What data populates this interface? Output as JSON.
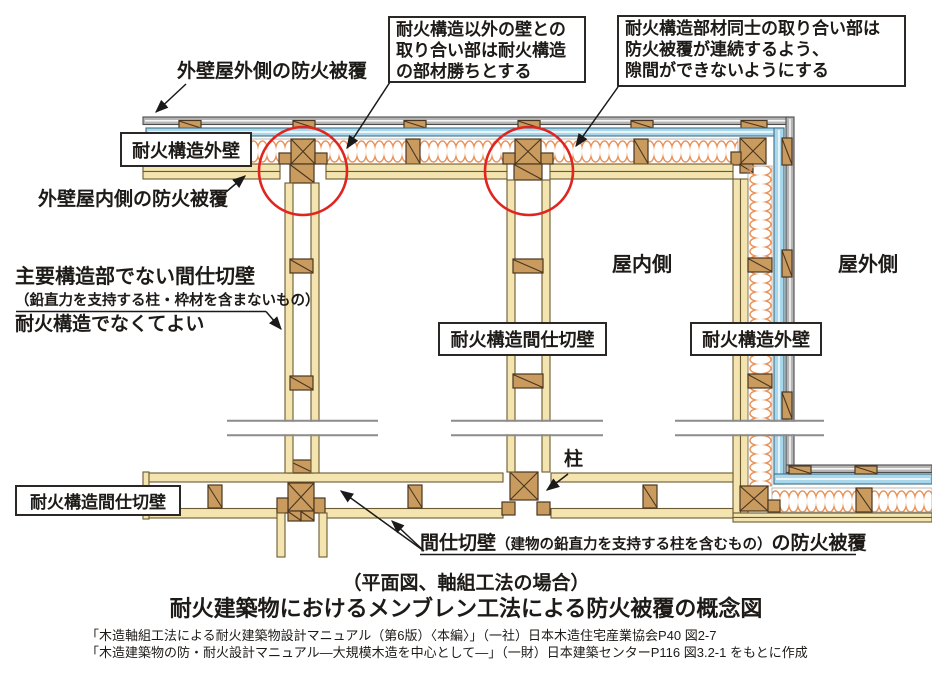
{
  "colors": {
    "wood": "#c99b5f",
    "cream_board": "#f4e5b0",
    "gray_board": "#b5b5b5",
    "blue_board": "#a9d7ec",
    "insulation": "#e9935a",
    "red_circle": "#e0241f",
    "line": "#1a1a1a"
  },
  "labels": {
    "outer_covering": "外壁屋外側の防火被覆",
    "box_exterior_wall_top": "耐火構造外壁",
    "inner_covering": "外壁屋内側の防火被覆",
    "callout_left": {
      "line1": "耐火構造以外の壁との",
      "line2": "取り合い部は耐火構造",
      "line3": "の部材勝ちとする"
    },
    "callout_right": {
      "line1": "耐火構造部材同士の取り合い部は",
      "line2": "防火被覆が連続するよう、",
      "line3": "隙間ができないようにする"
    },
    "note": {
      "line1": "主要構造部でない間仕切壁",
      "line2": "（鉛直力を支持する柱・枠材を含まないもの）",
      "line3": "耐火構造でなくてよい"
    },
    "indoor": "屋内側",
    "outdoor": "屋外側",
    "box_partition_mid": "耐火構造間仕切壁",
    "box_exterior_wall_right": "耐火構造外壁",
    "box_partition_bottom": "耐火構造間仕切壁",
    "pillar": "柱",
    "partition_covering": {
      "part1": "間仕切壁",
      "part2": "（建物の鉛直力を支持する柱を含むもの）",
      "part3": "の防火被覆"
    }
  },
  "captions": {
    "line1": "（平面図、軸組工法の場合）",
    "line2": "耐火建築物におけるメンブレン工法による防火被覆の概念図"
  },
  "sources": {
    "line1": "「木造軸組工法による耐火建築物設計マニュアル（第6版）〈本編〉」（一社）日本木造住宅産業協会P40 図2-7",
    "line2": "「木造建築物の防・耐火設計マニュアル―大規模木造を中心として―」（一財）日本建築センターP116 図3.2-1 をもとに作成"
  }
}
